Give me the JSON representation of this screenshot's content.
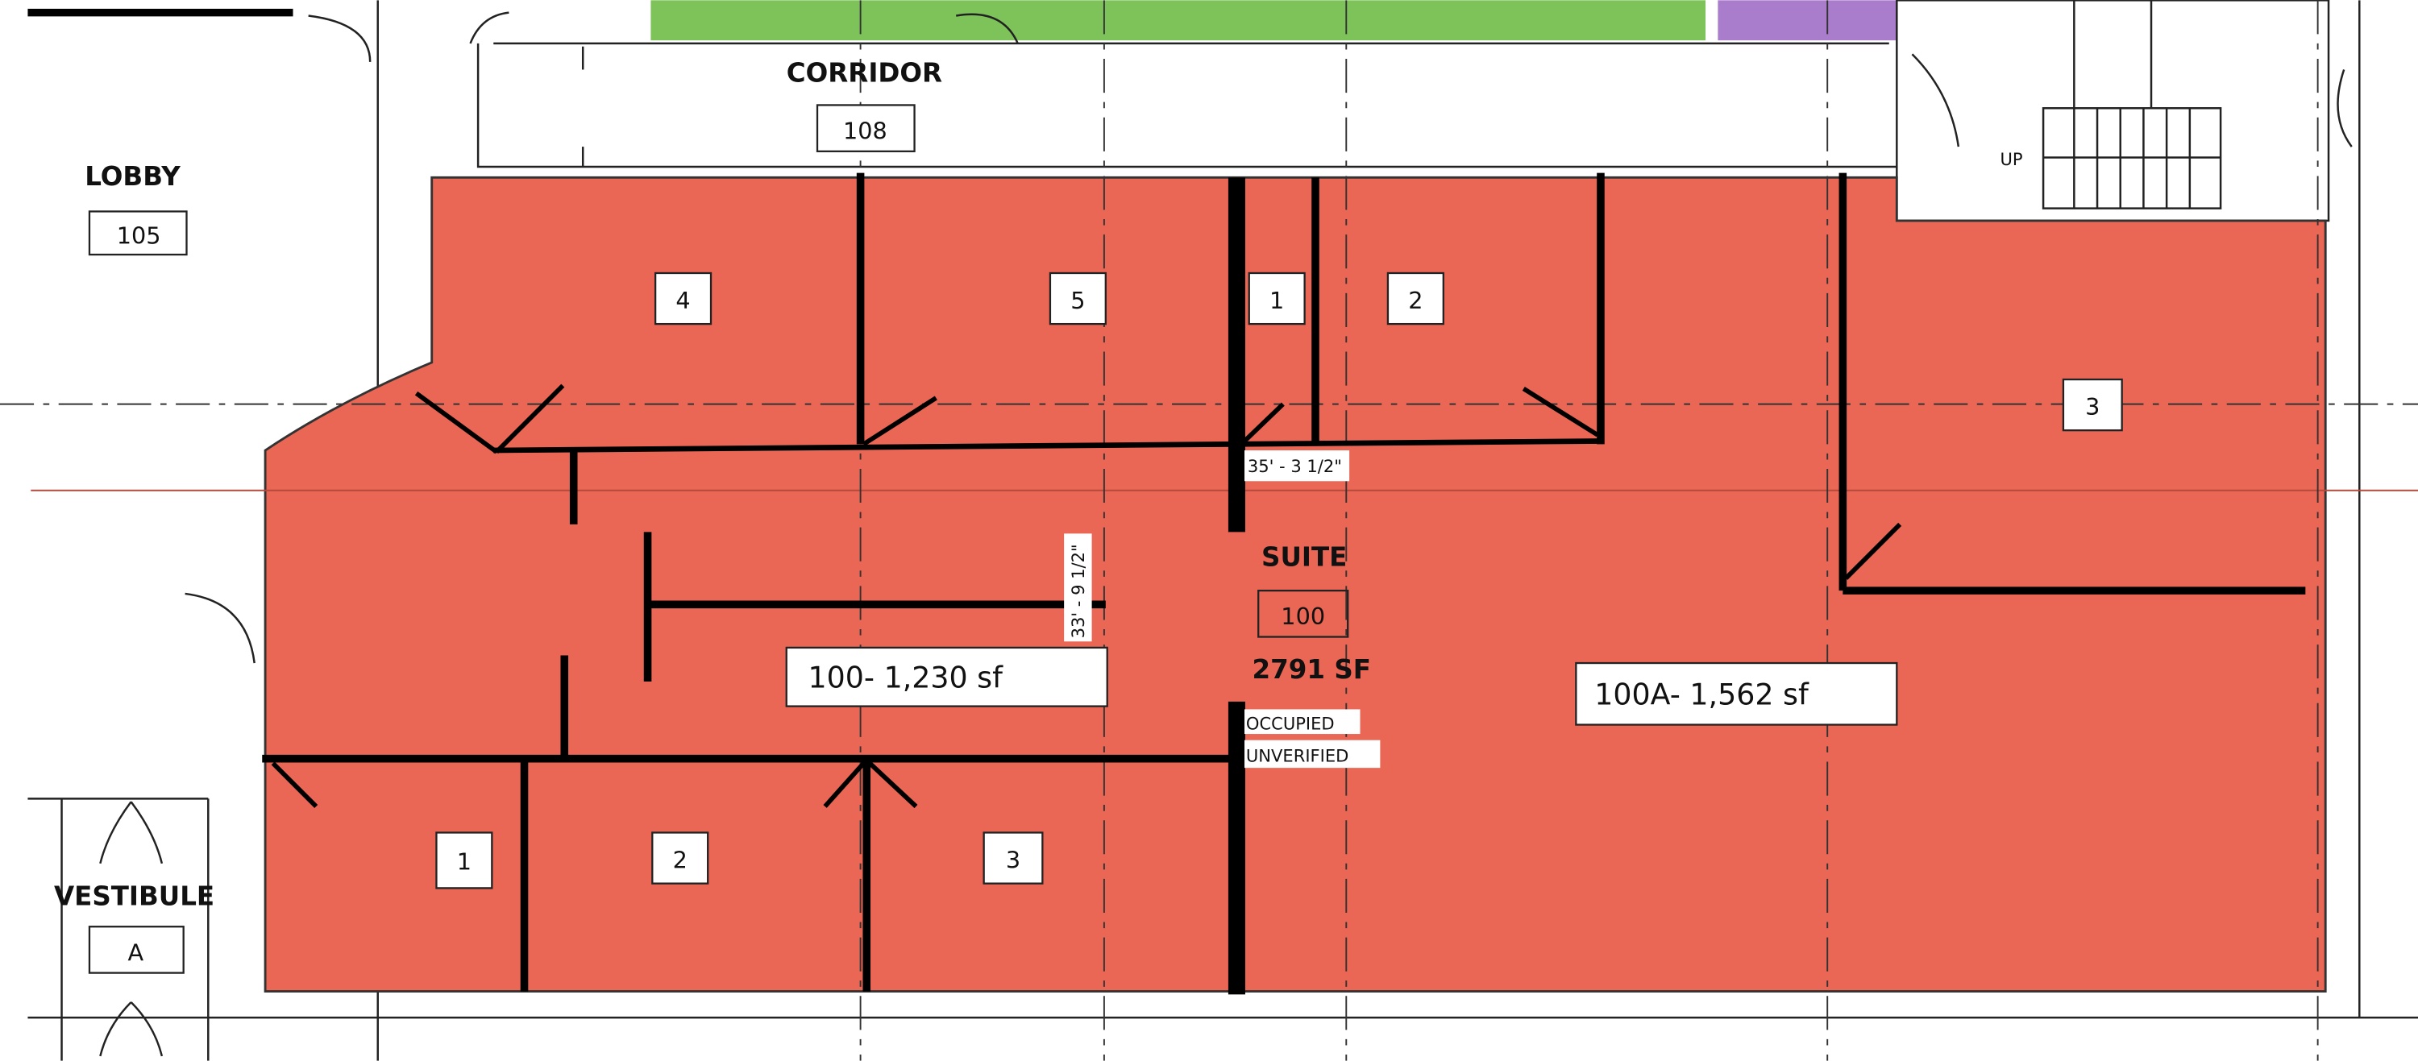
{
  "colors": {
    "suite_fill": "#EA6655",
    "corridor_band": "#7EC35A",
    "purple_band": "#A97DCB",
    "wall": "#000000"
  },
  "rooms": {
    "corridor": {
      "name": "CORRIDOR",
      "number": "108"
    },
    "lobby": {
      "name": "LOBBY",
      "number": "105"
    },
    "vestibule": {
      "name": "VESTIBULE",
      "number": "A"
    },
    "suite": {
      "name": "SUITE",
      "number": "100",
      "area": "2791 SF",
      "status_line1": "OCCUPIED",
      "status_line2": "UNVERIFIED"
    }
  },
  "stair_label": "UP",
  "dimensions": {
    "horizontal": "35' - 3 1/2\"",
    "vertical": "33' - 9 1/2\""
  },
  "subdivisions": {
    "suite_100": "100- 1,230 sf",
    "suite_100a": "100A- 1,562 sf"
  },
  "office_tags": {
    "top_4": "4",
    "top_5": "5",
    "top_1": "1",
    "top_2": "2",
    "right_3": "3",
    "bottom_1": "1",
    "bottom_2": "2",
    "bottom_3": "3"
  }
}
